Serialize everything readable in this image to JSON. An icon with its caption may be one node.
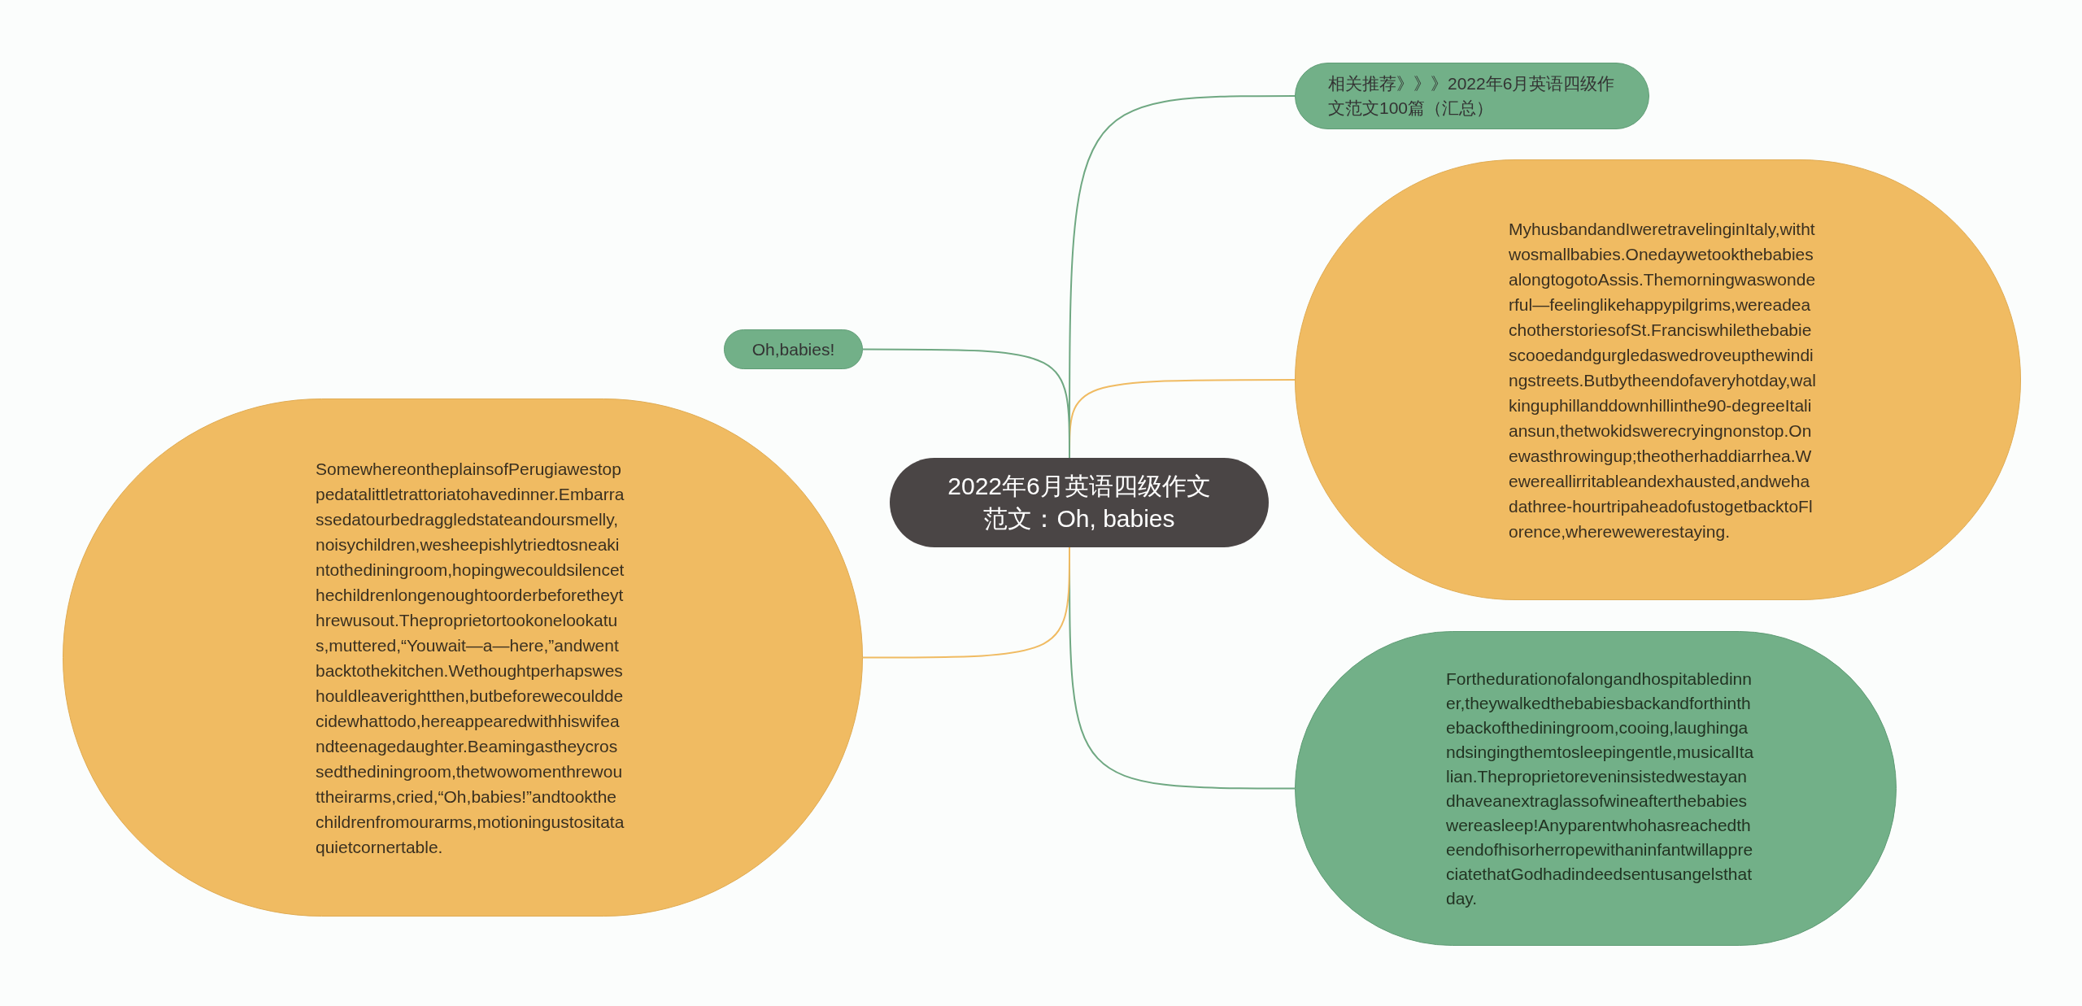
{
  "diagram": {
    "nodes": [
      {
        "text": [
          "2022年6月英语四级作文范文：Oh, babies"
        ]
      },
      {
        "text": [
          "相关推荐》》》2022年6月英语四级作文范文100篇（汇总）"
        ]
      },
      {
        "text": [
          "MyhusbandandIweretravelinginItaly,withtwosmallbabies.OnedaywetookthebabiesalongtogotoAssis.Themorningwaswonderful—feelinglikehappypilgrims,wereadeachotherstoriesofSt.Franciswhilethebabiescooedandgurgledaswedroveupthewindingstreets.Butbytheendofaveryhotday,walkinguphillanddownhillinthe90-degreeItaliansun,thetwokidswerecryingnonstop.Onewasthrowingup;theotherhaddiarrhea.Wewereallirritableandexhausted,andwehadathree-hourtripaheadofustogetbacktoFlorence,wherewewerestaying."
        ]
      },
      {
        "text": [
          "Forthedurationofalongandhospitabledinner,theywalkedthebabiesbackandforthinthebackofthediningroom,cooing,laughingandsingingthemtosleepingentle,musicalItalian.Theproprietoreveninsistedwestayandhaveanextraglassofwineafterthebabieswereasleep!AnyparentwhohasreachedtheendofhisorherropewithaninfantwillappreciatethatGodhadindeedsentusangelsthatday."
        ]
      },
      {
        "text": [
          "Oh,babies!"
        ]
      },
      {
        "text": [
          "SomewhereontheplainsofPerugiawestoppedatalittletrattoriatohavedinner.Embarrassedatourbedraggledstateandoursmelly,noisychildren,wesheepishlytriedtosneakintothediningroom,hopingwecouldsilencethechildrenlongenoughtoorderbeforetheythrewusout.Theproprietortookonelookatus,muttered,“Youwait—a—here,”andwentbacktothekitchen.Wethoughtperhapsweshouldleaverightthen,butbeforewecoulddecidewhattodo,hereappearedwithhiswifeandteenagedaughter.Beamingastheycrossedthediningroom,thetwowomenthrewouttheirarms,cried,“Oh,babies!”andtookthechildrenfromourarms,motioningustositataquietcornertable."
        ]
      }
    ],
    "edges": [
      {
        "from": 0,
        "to": 1,
        "arrow": "none"
      },
      {
        "from": 0,
        "to": 2,
        "arrow": "none",
        "color": "#f0bb62"
      },
      {
        "from": 0,
        "to": 3,
        "arrow": "none"
      },
      {
        "from": 0,
        "to": 4,
        "arrow": "none"
      },
      {
        "from": 0,
        "to": 5,
        "arrow": "none",
        "color": "#f0bb62"
      }
    ]
  }
}
